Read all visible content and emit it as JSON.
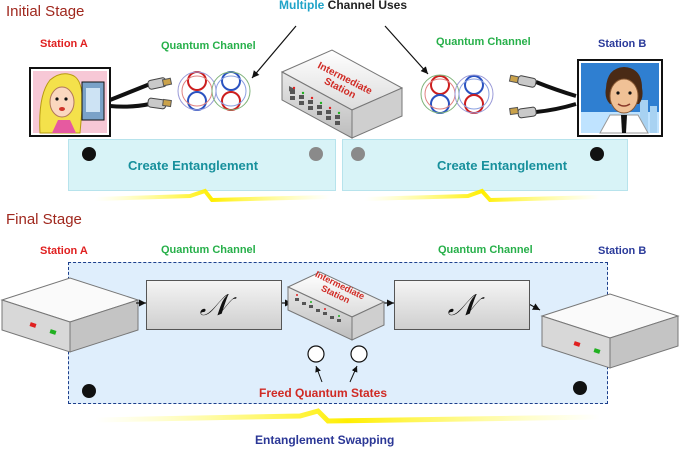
{
  "initial": {
    "title": "Initial Stage",
    "station_a": "Station A",
    "station_b": "Station B",
    "qc_left": "Quantum Channel",
    "qc_right": "Quantum Channel",
    "multiple": "Multiple",
    "channel_uses": " Channel Uses",
    "intermediate_station": "Intermediate Station",
    "create_left": "Create Entanglement",
    "create_right": "Create Entanglement"
  },
  "final": {
    "title": "Final Stage",
    "station_a": "Station A",
    "station_b": "Station B",
    "qc_left": "Quantum Channel",
    "qc_right": "Quantum Channel",
    "channel_symbol_left": "𝒩",
    "channel_symbol_right": "𝒩",
    "intermediate_station": "Intermediate Station",
    "freed": "Freed Quantum States",
    "swapping": "Entanglement Swapping"
  },
  "colors": {
    "stage_title": "#a0281e",
    "station_a": "#e02020",
    "station_b": "#2a3a9a",
    "quantum_channel": "#27b04a",
    "create_text": "#17909c",
    "create_box": "#d8f3f7",
    "final_box": "#dfeefc",
    "lightning": "#ffee00"
  },
  "icons": [
    "woman-at-computer-icon",
    "man-portrait-icon",
    "fiber-cable-icon",
    "entangled-photon-icon",
    "network-switch-icon",
    "server-icon",
    "lightning-icon"
  ]
}
